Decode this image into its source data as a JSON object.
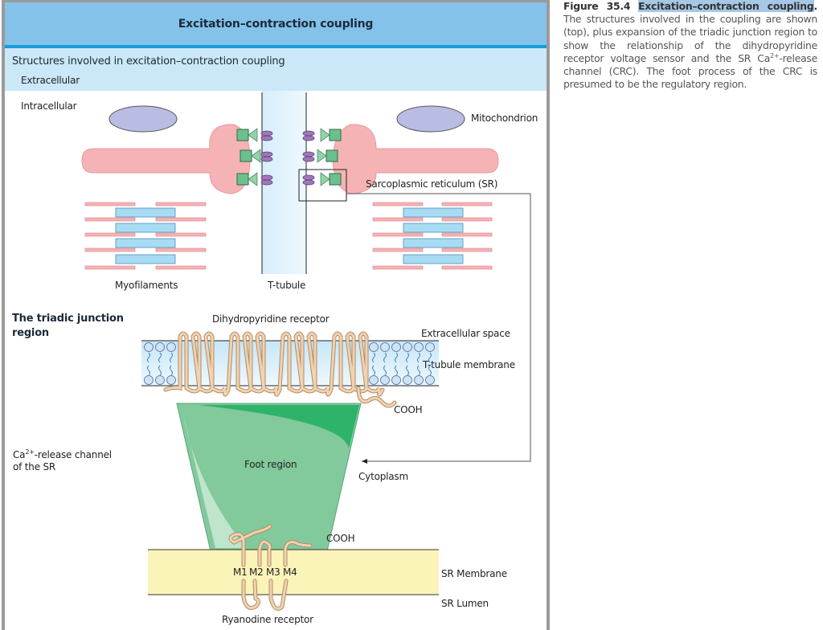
{
  "panel": {
    "title": "Excitation–contraction coupling",
    "section1_heading": "Structures involved in excitation–contraction coupling",
    "section2_heading_line1": "The triadic junction",
    "section2_heading_line2": "region"
  },
  "labels": {
    "extracellular": "Extracellular",
    "intracellular": "Intracellular",
    "mitochondrion": "Mitochondrion",
    "sarcoplasmic_reticulum": "Sarcoplasmic reticulum (SR)",
    "myofilaments": "Myofilaments",
    "t_tubule": "T-tubule",
    "dihydropyridine_receptor": "Dihydropyridine receptor",
    "extracellular_space": "Extracellular space",
    "t_tubule_membrane": "T-tubule membrane",
    "cooh_top": "COOH",
    "ca_release_channel_prefix": "Ca",
    "ca_release_channel_sup": "2+",
    "ca_release_channel_suffix": "-release channel",
    "ca_release_channel_line2": "of the SR",
    "foot_region": "Foot region",
    "cytoplasm": "Cytoplasm",
    "cooh_bottom": "COOH",
    "m1": "M1",
    "m2": "M2",
    "m3": "M3",
    "m4": "M4",
    "sr_membrane": "SR Membrane",
    "sr_lumen": "SR Lumen",
    "ryanodine_receptor": "Ryanodine receptor"
  },
  "caption": {
    "figure_number": "Figure 35.4",
    "highlighted_title": "Excitation–contraction coupling",
    "title_end": ".",
    "text_part1": " The structures involved in the coupling are shown (top), plus expansion of the triadic junction region to show the relationship of the dihydropyridine receptor voltage sensor and the SR Ca",
    "text_sup": "2+",
    "text_part2": "-release channel (CRC). The foot process of the CRC is presumed to be the regulatory region."
  },
  "colors": {
    "header_blue": "#84c2ea",
    "header_rule": "#159fd6",
    "band_blue": "#cbe8f8",
    "sr_pink": "#f6b3b6",
    "mito_lavender": "#b9bde3",
    "myosin_blue": "#a8dcf4",
    "receptor_green": "#6cc08d",
    "dhp_purple": "#9f78b9",
    "foot_green": "#82c99c",
    "sr_membrane_yellow": "#fbf4b8",
    "protein_tan": "#efd3b2"
  }
}
